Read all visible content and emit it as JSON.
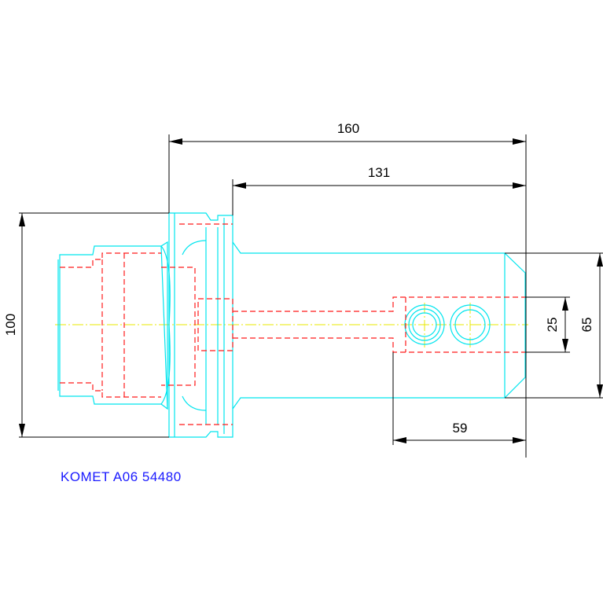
{
  "drawing": {
    "caption": "KOMET A06 54480",
    "colors": {
      "outline": "#00e5ee",
      "hidden_lines": "#ff1a1a",
      "center_line": "#e8e800",
      "dimensions": "#000000",
      "caption": "#1a1aff",
      "background": "#ffffff"
    },
    "dimensions": {
      "overall_length": "160",
      "shank_length": "131",
      "flange_diameter": "100",
      "body_diameter": "65",
      "bore_diameter": "25",
      "bore_depth": "59"
    }
  }
}
